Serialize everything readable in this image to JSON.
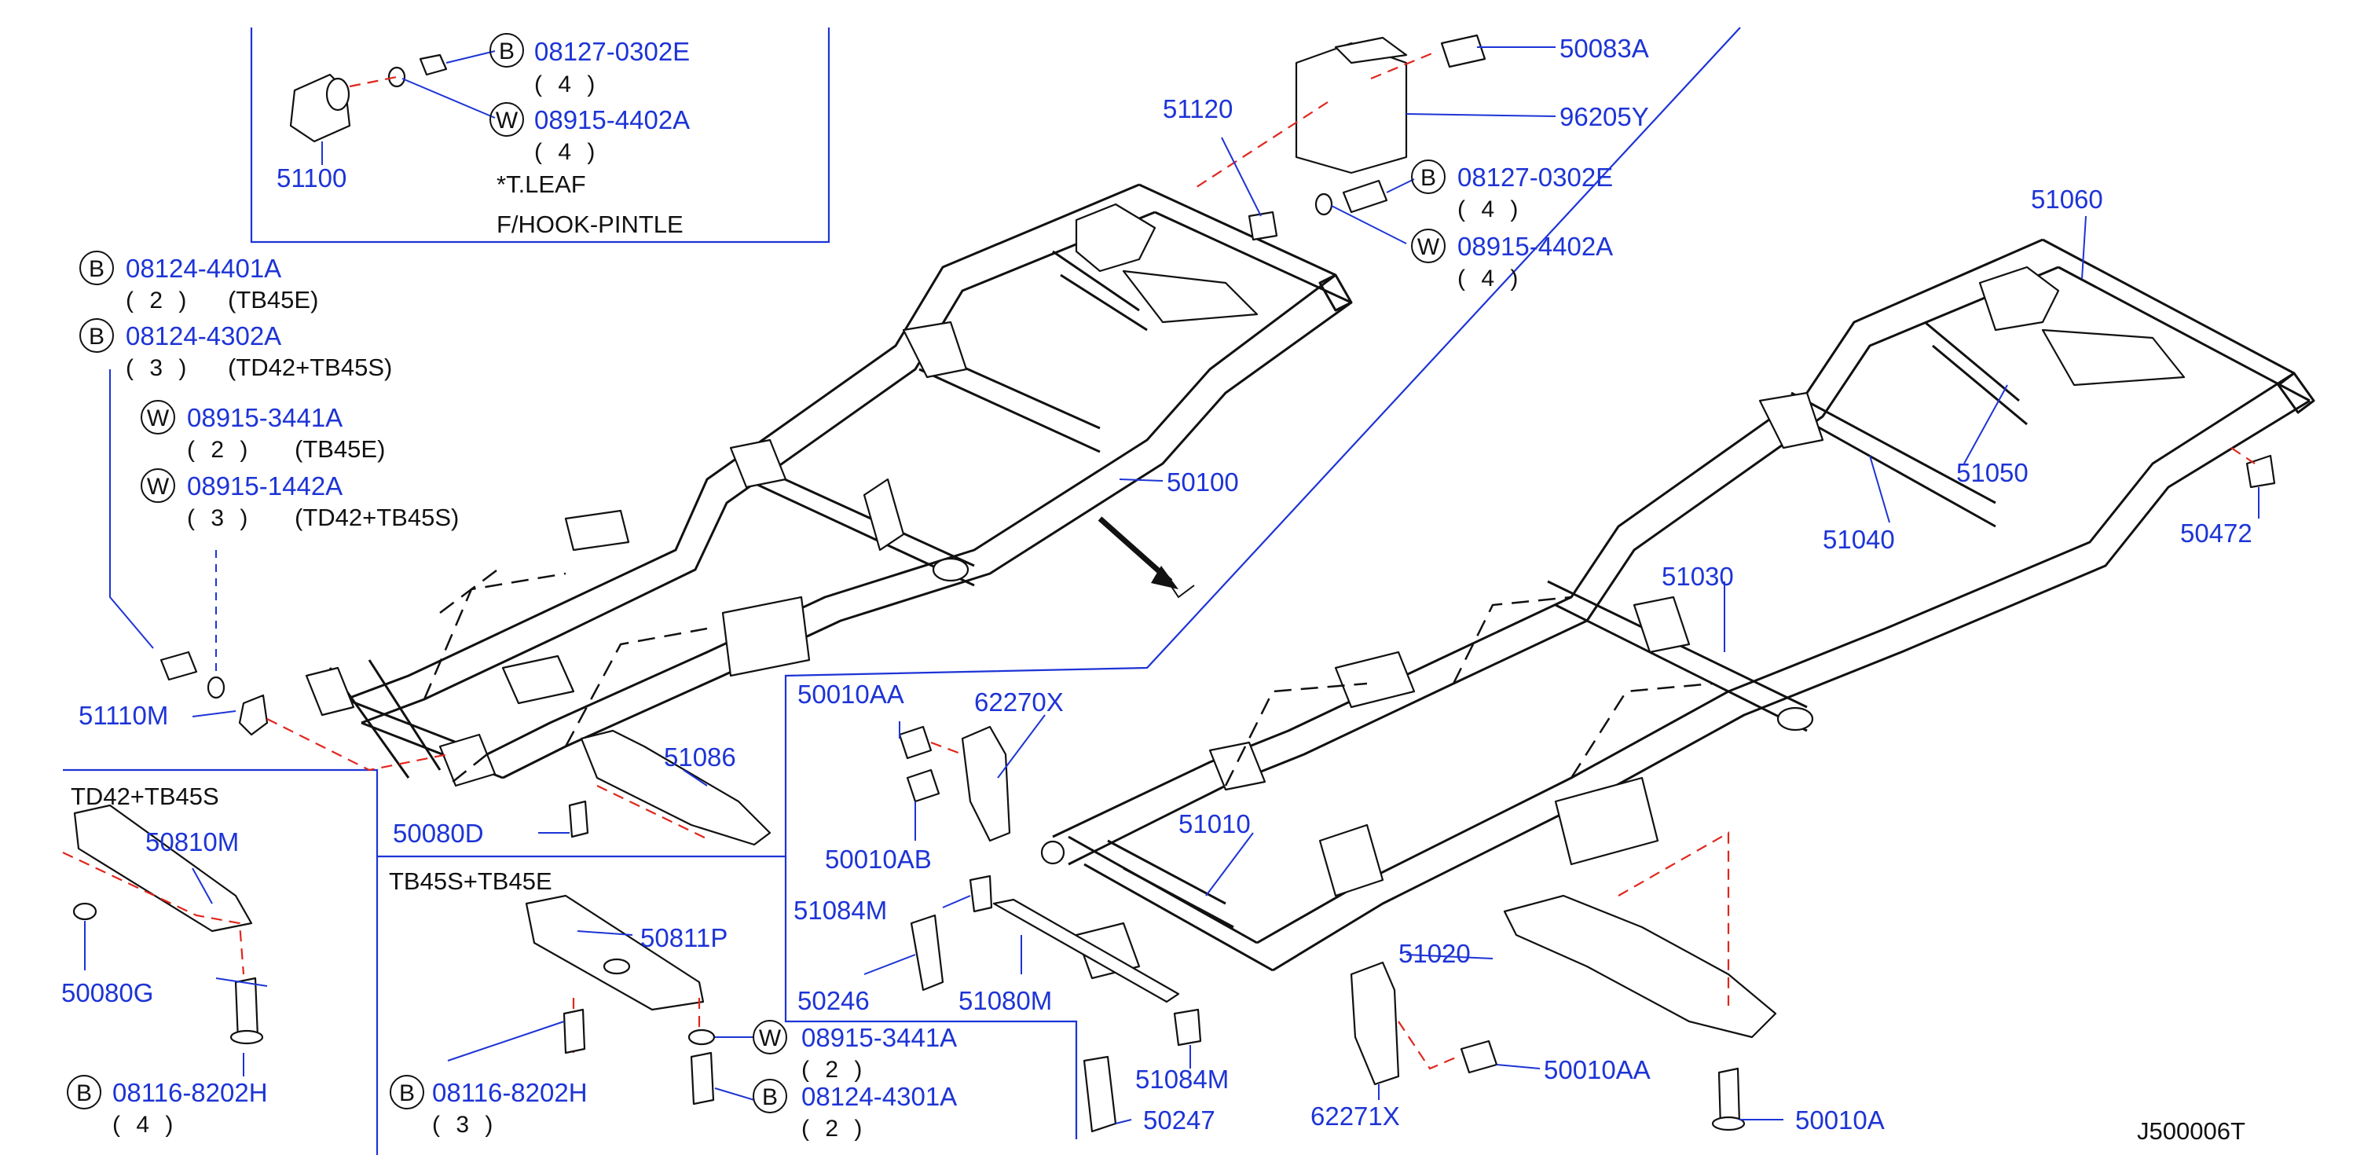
{
  "diagram_id": "J500006T",
  "notes": {
    "leaf_note": "*T.LEAF",
    "hook_note": "F/HOOK-PINTLE",
    "td42_section": "TD42+TB45S",
    "tb45_section": "TB45S+TB45E"
  },
  "fastener_markers": {
    "bolt": "B",
    "washer": "W"
  },
  "quantities": {
    "q1": "( 4 )",
    "q2": "( 4 )",
    "q3": "( 2 )",
    "q4": "( 3 )",
    "q5": "( 2 )",
    "q6": "( 3 )",
    "q7": "( 4 )",
    "q8": "( 4 )",
    "q9": "( 4 )",
    "q10": "( 3 )",
    "q11": "( 2 )",
    "q12": "( 2 )"
  },
  "variants": {
    "v1": "(TB45E)",
    "v2": "(TD42+TB45S)",
    "v3": "(TB45E)",
    "v4": "(TD42+TB45S)"
  },
  "parts": {
    "p08127_0302E_a": "08127-0302E",
    "p08915_4402A_a": "08915-4402A",
    "p51100": "51100",
    "p08124_4401A": "08124-4401A",
    "p08124_4302A": "08124-4302A",
    "p08915_3441A_a": "08915-3441A",
    "p08915_1442A": "08915-1442A",
    "p51110M": "51110M",
    "p50083A": "50083A",
    "p51120": "51120",
    "p96205Y": "96205Y",
    "p08127_0302E_b": "08127-0302E",
    "p08915_4402A_b": "08915-4402A",
    "p51060": "51060",
    "p50100": "50100",
    "p51050": "51050",
    "p51040": "51040",
    "p50472": "50472",
    "p51030": "51030",
    "p50010AA_a": "50010AA",
    "p62270X": "62270X",
    "p51086": "51086",
    "p50080D": "50080D",
    "p50010AB": "50010AB",
    "p51010": "51010",
    "p50810M": "50810M",
    "p51084M_a": "51084M",
    "p50811P": "50811P",
    "p50080G": "50080G",
    "p51020": "51020",
    "p50246": "50246",
    "p51080M": "51080M",
    "p08915_3441A_b": "08915-3441A",
    "p08116_8202H_a": "08116-8202H",
    "p08116_8202H_b": "08116-8202H",
    "p08124_4301A": "08124-4301A",
    "p51084M_b": "51084M",
    "p50010AA_b": "50010AA",
    "p50247": "50247",
    "p62271X": "62271X",
    "p50010A": "50010A"
  }
}
